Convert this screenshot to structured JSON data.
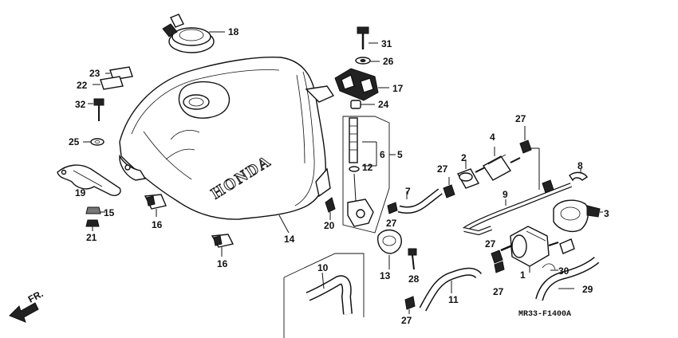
{
  "diagram": {
    "code": "MR33-F1400A",
    "direction_label": "FR.",
    "tank_brand": "HONDA",
    "callouts": [
      {
        "id": "c1",
        "text": "1"
      },
      {
        "id": "c2",
        "text": "2"
      },
      {
        "id": "c3",
        "text": "3"
      },
      {
        "id": "c4",
        "text": "4"
      },
      {
        "id": "c5",
        "text": "5"
      },
      {
        "id": "c6",
        "text": "6"
      },
      {
        "id": "c7",
        "text": "7"
      },
      {
        "id": "c8",
        "text": "8"
      },
      {
        "id": "c9",
        "text": "9"
      },
      {
        "id": "c10",
        "text": "10"
      },
      {
        "id": "c11",
        "text": "11"
      },
      {
        "id": "c12",
        "text": "12"
      },
      {
        "id": "c13",
        "text": "13"
      },
      {
        "id": "c14",
        "text": "14"
      },
      {
        "id": "c15",
        "text": "15"
      },
      {
        "id": "c16a",
        "text": "16"
      },
      {
        "id": "c16b",
        "text": "16"
      },
      {
        "id": "c17",
        "text": "17"
      },
      {
        "id": "c18",
        "text": "18"
      },
      {
        "id": "c19",
        "text": "19"
      },
      {
        "id": "c20",
        "text": "20"
      },
      {
        "id": "c21",
        "text": "21"
      },
      {
        "id": "c22",
        "text": "22"
      },
      {
        "id": "c23",
        "text": "23"
      },
      {
        "id": "c24",
        "text": "24"
      },
      {
        "id": "c25",
        "text": "25"
      },
      {
        "id": "c26",
        "text": "26"
      },
      {
        "id": "c27a",
        "text": "27"
      },
      {
        "id": "c27b",
        "text": "27"
      },
      {
        "id": "c27c",
        "text": "27"
      },
      {
        "id": "c27d",
        "text": "27"
      },
      {
        "id": "c27e",
        "text": "27"
      },
      {
        "id": "c27f",
        "text": "27"
      },
      {
        "id": "c28",
        "text": "28"
      },
      {
        "id": "c29",
        "text": "29"
      },
      {
        "id": "c30",
        "text": "30"
      },
      {
        "id": "c31",
        "text": "31"
      },
      {
        "id": "c32",
        "text": "32"
      }
    ]
  }
}
